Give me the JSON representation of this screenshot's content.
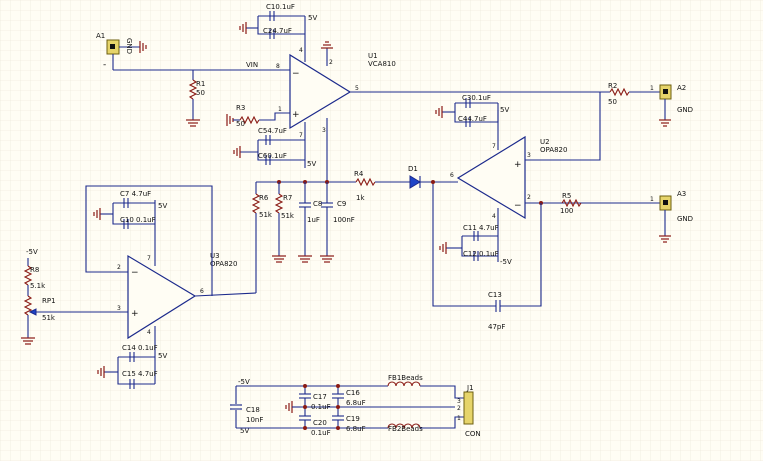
{
  "palette": {
    "background": "#fffdf4",
    "grid": "#e9e4d6",
    "wire": "#1c2a8c",
    "ground": "#8a1a14",
    "connector": "#e6d46a",
    "diode": "#1f45c7"
  },
  "parts": {
    "A1": "A1",
    "A2": "A2",
    "A3": "A3",
    "U1": "U1",
    "U1_val": "VCA810",
    "U2": "U2",
    "U2_val": "OPA820",
    "U3": "U3",
    "U3_val": "OPA820",
    "R1": "R1",
    "R1_val": "50",
    "R2": "R2",
    "R2_val": "50",
    "R3": "R3",
    "R3_val": "50",
    "R4": "R4",
    "R4_val": "1k",
    "R5": "R5",
    "R5_val": "100",
    "R6": "R6",
    "R6_val": "51k",
    "R7": "R7",
    "R7_val": "51k",
    "R8": "R8",
    "R8_val": "5.1k",
    "RP1": "RP1",
    "RP1_val": "51k",
    "D1": "D1",
    "C1": "C1",
    "C1_val": "0.1uF",
    "C2": "C2",
    "C2_val": "4.7uF",
    "C3": "C3",
    "C3_val": "0.1uF",
    "C4": "C4",
    "C4_val": "4.7uF",
    "C5": "C5",
    "C5_val": "4.7uF",
    "C6": "C6",
    "C6_val": "0.1uF",
    "C7": "C7",
    "C7_val": "4.7uF",
    "C8": "C8",
    "C8_val": "1uF",
    "C9": "C9",
    "C9_val": "100nF",
    "C10": "C10",
    "C10_val": "0.1uF",
    "C11": "C11",
    "C11_val": "4.7uF",
    "C12": "C12",
    "C12_val": "0.1uF",
    "C13": "C13",
    "C13_val": "47pF",
    "C14": "C14",
    "C14_val": "0.1uF",
    "C15": "C15",
    "C15_val": "4.7uF",
    "C16": "C16",
    "C16_val": "6.8uF",
    "C17": "C17",
    "C17_val": "0.1uF",
    "C18": "C18",
    "C18_val": "10nF",
    "C19": "C19",
    "C19_val": "6.8uF",
    "C20": "C20",
    "C20_val": "0.1uF",
    "FB1": "FB1Beads",
    "FB2": "FB2Beads",
    "J1": "J1",
    "J1_val": "CON"
  },
  "nets": {
    "vin": "VIN",
    "gnd": "GND",
    "pos5v": "5V",
    "neg5v": "-5V"
  },
  "pins": {
    "u1_in": "8",
    "u1_ref": "1",
    "u1_out": "5",
    "u1_vp": "4",
    "u1_ctrl": "3",
    "u1_top": "2",
    "u1_vn": "7",
    "u2_pos": "3",
    "u2_neg": "2",
    "u2_out": "6",
    "u2_vp": "7",
    "u2_vn": "4",
    "u3_neg": "2",
    "u3_pos": "3",
    "u3_out": "6",
    "u3_vp": "7",
    "u3_vn": "4",
    "a_pin": "1",
    "j1_p3": "3",
    "j1_p2": "2",
    "j1_p1": "1"
  },
  "signs": {
    "plus": "+",
    "minus": "−",
    "dash": "-"
  }
}
